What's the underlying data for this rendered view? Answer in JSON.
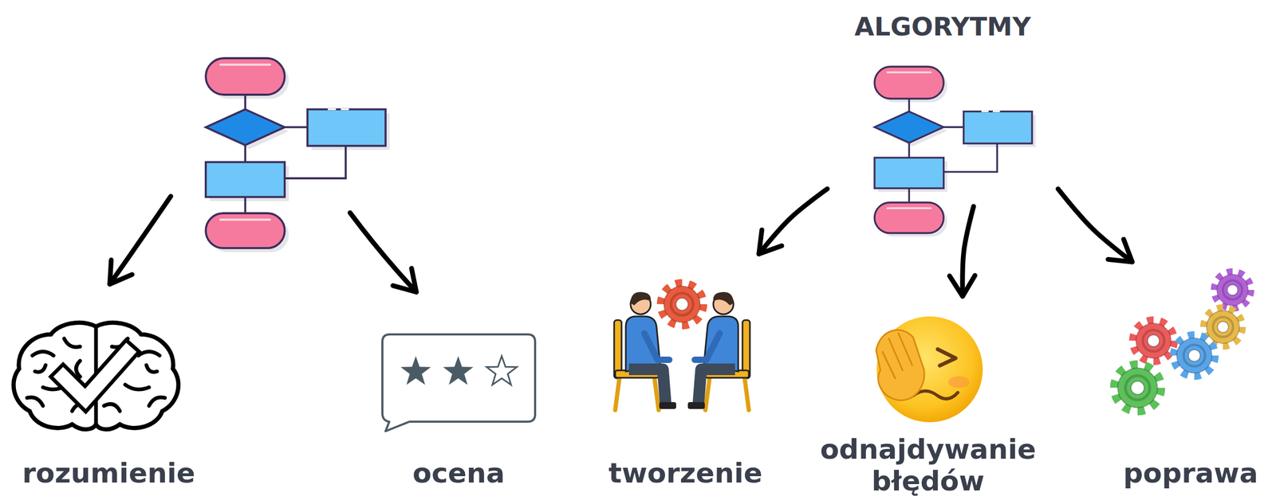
{
  "diagram": {
    "nodes": [
      {
        "text": [
          "ALGORYTMY"
        ]
      },
      {
        "text": [
          "rozumienie"
        ]
      },
      {
        "text": [
          "ocena"
        ]
      },
      {
        "text": [
          "tworzenie"
        ]
      },
      {
        "text": [
          "odnajdywanie błędów"
        ]
      },
      {
        "text": [
          "poprawa"
        ]
      }
    ],
    "edges": [
      {
        "from": 0,
        "to": 3,
        "arrow": "to"
      },
      {
        "from": 0,
        "to": 4,
        "arrow": "to"
      },
      {
        "from": 0,
        "to": 5,
        "arrow": "to"
      }
    ]
  }
}
